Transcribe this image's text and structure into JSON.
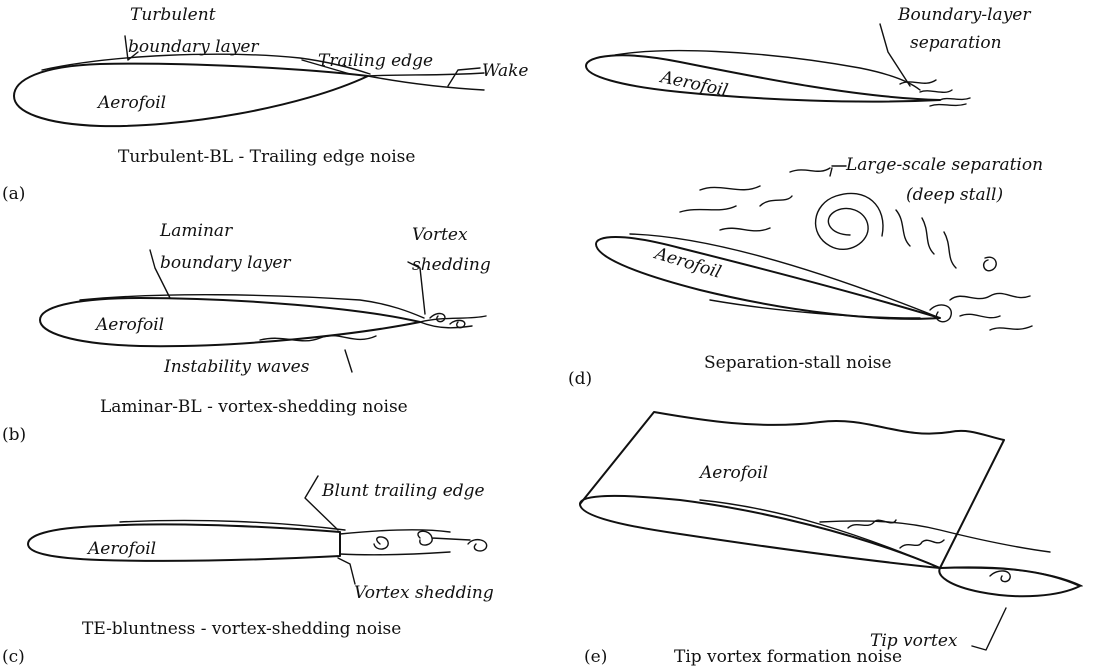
{
  "panels": {
    "a": {
      "tag": "(a)",
      "caption": "Turbulent-BL - Trailing edge noise",
      "labels": {
        "aerofoil": "Aerofoil",
        "bl1": "Turbulent",
        "bl2": "boundary layer",
        "te": "Trailing edge",
        "wake": "Wake"
      }
    },
    "b": {
      "tag": "(b)",
      "caption": "Laminar-BL - vortex-shedding noise",
      "labels": {
        "aerofoil": "Aerofoil",
        "bl1": "Laminar",
        "bl2": "boundary layer",
        "vs1": "Vortex",
        "vs2": "shedding",
        "waves": "Instability waves"
      }
    },
    "c": {
      "tag": "(c)",
      "caption": "TE-bluntness - vortex-shedding noise",
      "labels": {
        "aerofoil": "Aerofoil",
        "blunt": "Blunt trailing edge",
        "vs": "Vortex shedding"
      }
    },
    "d": {
      "tag": "(d)",
      "caption": "Separation-stall noise",
      "labels": {
        "aerofoil_top": "Aerofoil",
        "sep1": "Boundary-layer",
        "sep2": "separation",
        "aerofoil_bottom": "Aerofoil",
        "large1": "Large-scale separation",
        "large2": "(deep stall)"
      }
    },
    "e": {
      "tag": "(e)",
      "caption": "Tip vortex formation noise",
      "labels": {
        "aerofoil": "Aerofoil",
        "tip": "Tip vortex"
      }
    }
  }
}
